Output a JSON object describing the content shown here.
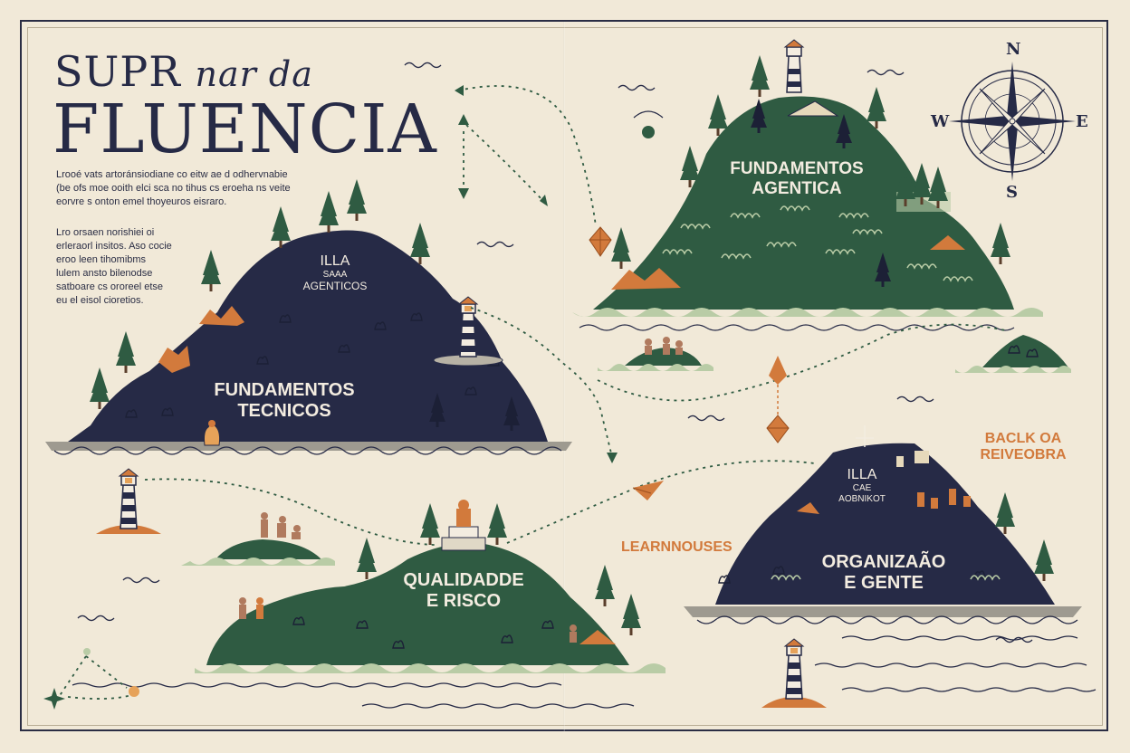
{
  "title": {
    "line1_regular": "SUPR",
    "line1_italic": "nar da",
    "line2": "FLUENCIA"
  },
  "intro_paragraphs": [
    [
      "Lrooé vats artoránsiodiane co eitw ae d odhervnabie",
      "(be ofs moe ooith elci sca no tihus cs eroeha ns veite",
      "eorvre s onton emel thoyeuros eisraro."
    ],
    [
      "Lro orsaen norishiei oi",
      "erleraorl insitos. Aso cocie",
      "eroo leen tihomibms",
      "lulem ansto bilenodse",
      "satboare cs ororeel etse",
      "eu el eisol cioretios."
    ]
  ],
  "islands": {
    "technical": {
      "line1": "FUNDAMENTOS",
      "line2": "TECNICOS",
      "sub1": "ILLA",
      "sub2": "SAAA",
      "sub3": "AGENTICOS"
    },
    "agentic": {
      "line1": "FUNDAMENTOS",
      "line2": "AGENTICA"
    },
    "quality": {
      "line1": "QUALIDADDE",
      "line2": "E RISCO"
    },
    "org": {
      "line1": "ORGANIZAÃO",
      "line2": "E GENTE",
      "sub1": "ILLA",
      "sub2": "CAE",
      "sub3": "AOBNIKOT"
    }
  },
  "labels": {
    "learnhouses": "LEARNNOUSES",
    "review_line1": "BACLK OA",
    "review_line2": "REIVEOBRA"
  },
  "compass": {
    "north": "N",
    "south": "S",
    "east": "E",
    "west": "W"
  },
  "colors": {
    "navy": "#262a46",
    "green": "#2f5b42",
    "orange": "#d27a3c",
    "paper": "#f1e9d8",
    "sage": "#b9cca6"
  }
}
